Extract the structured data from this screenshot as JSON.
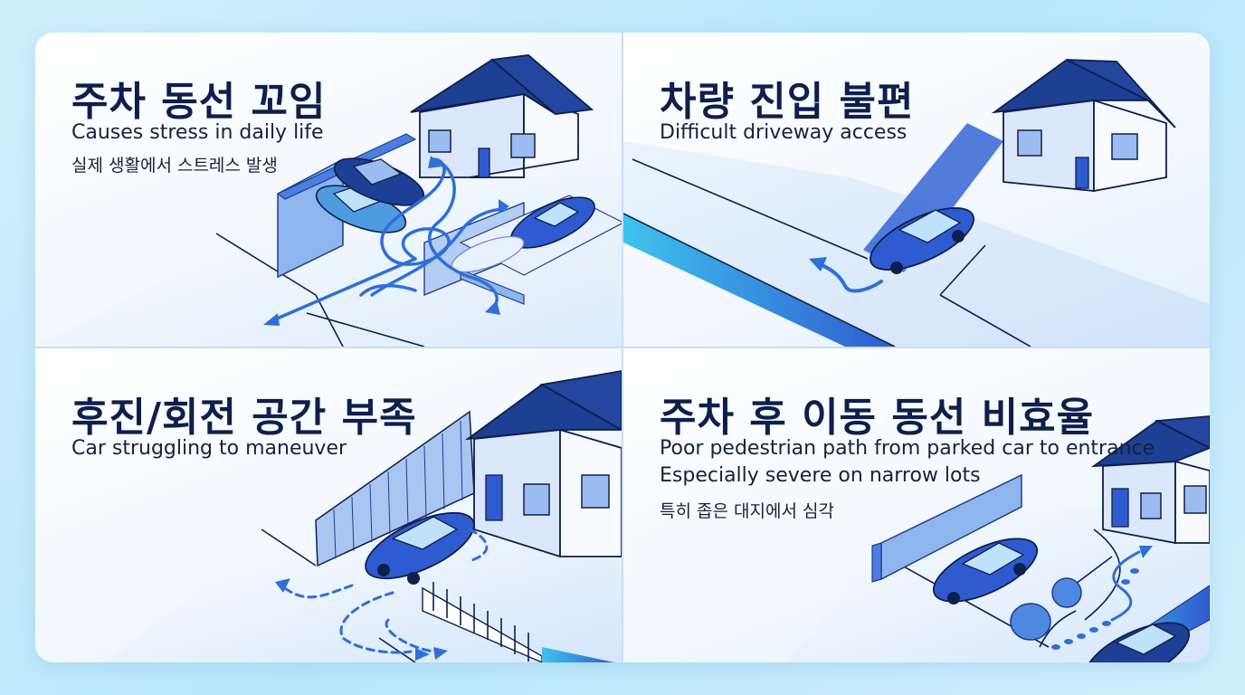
{
  "panels": [
    {
      "title": "주차 동선 꼬임",
      "subtitle": "Causes stress in daily life",
      "subtitle_ko": "실제 생활에서 스트레스 발생",
      "icons": [
        "house-icon",
        "car-icon",
        "tangled-arrows-icon"
      ]
    },
    {
      "title": "차량 진입 불편",
      "subtitle": "Difficult driveway access",
      "icons": [
        "house-icon",
        "car-icon",
        "turn-arrow-icon"
      ]
    },
    {
      "title": "후진/회전 공간 부족",
      "subtitle": "Car struggling to maneuver",
      "icons": [
        "house-icon",
        "car-icon",
        "dashed-arrows-icon",
        "fence-icon"
      ]
    },
    {
      "title": "주차 후 이동 동선 비효율",
      "subtitle_line1": "Poor pedestrian path from parked car to entrance",
      "subtitle_line2": "Especially severe on narrow lots",
      "subtitle_ko": "특히 좁은 대지에서 심각",
      "icons": [
        "house-icon",
        "car-icon",
        "shrub-icon",
        "footprints-icon"
      ]
    }
  ],
  "colors": {
    "navy": "#0e1f4d",
    "roof": "#1d3f94",
    "car_blue": "#2f5bd0",
    "car_light": "#4f9be0",
    "arrow": "#2e6fd8",
    "wall": "#7fa8ea",
    "cyan_accent": "#3fc3ee"
  }
}
